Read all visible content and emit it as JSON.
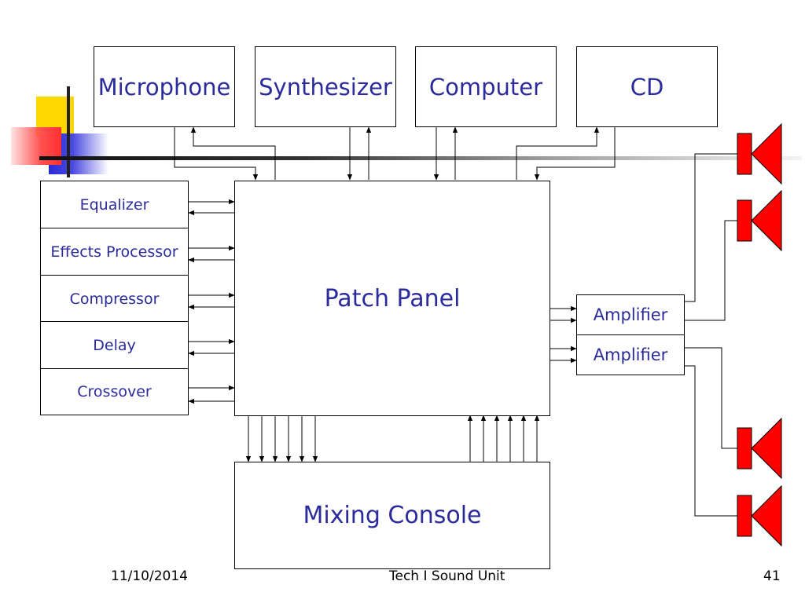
{
  "slide": {
    "sources": [
      "Microphone",
      "Synthesizer",
      "Computer",
      "CD"
    ],
    "processors": [
      "Equalizer",
      "Effects Processor",
      "Compressor",
      "Delay",
      "Crossover"
    ],
    "patch_panel": "Patch Panel",
    "mixing_console": "Mixing Console",
    "amplifiers": [
      "Amplifier",
      "Amplifier"
    ]
  },
  "footer": {
    "date": "11/10/2014",
    "title": "Tech I Sound Unit",
    "page": "41"
  },
  "colors": {
    "label_text": "#2b2b9c",
    "speaker": "#ff0000",
    "deco_yellow": "#ffd700",
    "deco_blue": "#2a2ad6",
    "deco_red": "#ff4040"
  }
}
